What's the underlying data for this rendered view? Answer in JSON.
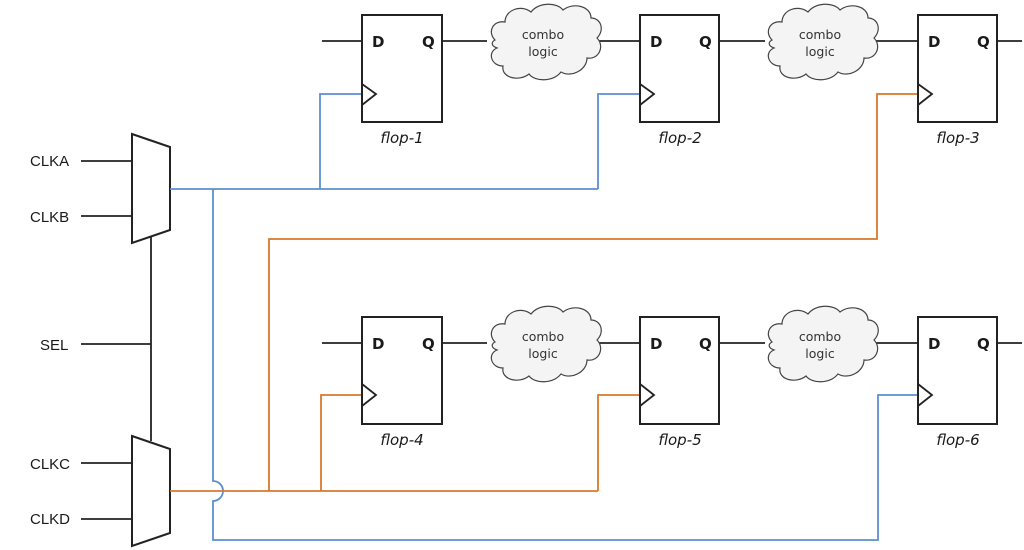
{
  "diagram": {
    "type": "clock-mux-flop-schematic",
    "colors": {
      "wire": "#222222",
      "clock_ab": "#5b8fd0",
      "clock_cd": "#d9782d",
      "cloud_fill": "#f4f4f4"
    },
    "inputs": {
      "clka": "CLKA",
      "clkb": "CLKB",
      "sel": "SEL",
      "clkc": "CLKC",
      "clkd": "CLKD"
    },
    "muxes": [
      {
        "id": "mux-ab",
        "inputs": [
          "CLKA",
          "CLKB"
        ],
        "output_net": "clock_ab"
      },
      {
        "id": "mux-cd",
        "inputs": [
          "CLKC",
          "CLKD"
        ],
        "output_net": "clock_cd"
      }
    ],
    "flops": [
      {
        "name": "flop-1",
        "d": "D",
        "q": "Q",
        "clock": "clock_ab"
      },
      {
        "name": "flop-2",
        "d": "D",
        "q": "Q",
        "clock": "clock_ab"
      },
      {
        "name": "flop-3",
        "d": "D",
        "q": "Q",
        "clock": "clock_cd"
      },
      {
        "name": "flop-4",
        "d": "D",
        "q": "Q",
        "clock": "clock_cd"
      },
      {
        "name": "flop-5",
        "d": "D",
        "q": "Q",
        "clock": "clock_cd"
      },
      {
        "name": "flop-6",
        "d": "D",
        "q": "Q",
        "clock": "clock_ab"
      }
    ],
    "clouds": [
      {
        "line1": "combo",
        "line2": "logic"
      },
      {
        "line1": "combo",
        "line2": "logic"
      },
      {
        "line1": "combo",
        "line2": "logic"
      },
      {
        "line1": "combo",
        "line2": "logic"
      }
    ]
  }
}
